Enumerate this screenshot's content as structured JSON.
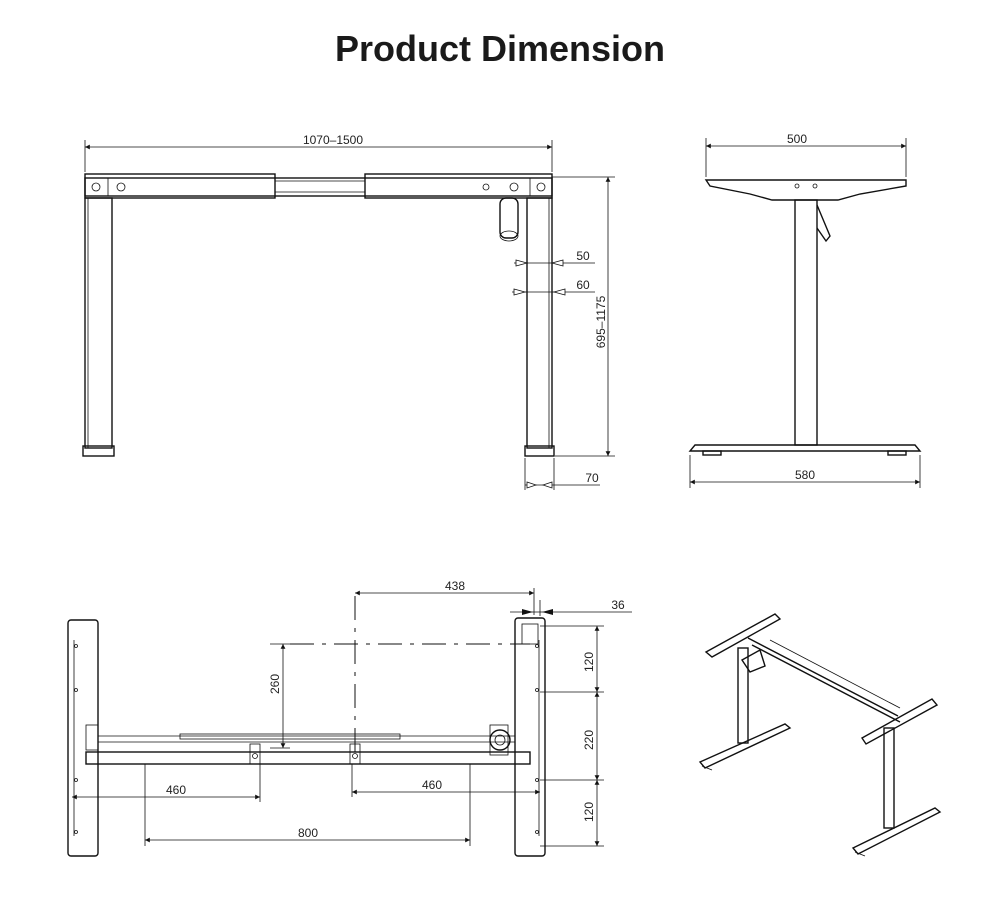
{
  "title": "Product Dimension",
  "front_view": {
    "width_range": "1070–1500",
    "height_range": "695–1175",
    "leg_outer": "50",
    "leg_inner": "60",
    "foot_width": "70"
  },
  "side_view": {
    "top_width": "500",
    "base_width": "580"
  },
  "top_view": {
    "dim_438": "438",
    "dim_36": "36",
    "dim_260": "260",
    "dim_120_top": "120",
    "dim_220": "220",
    "dim_120_bottom": "120",
    "dim_460_left": "460",
    "dim_460_right": "460",
    "dim_800": "800"
  }
}
